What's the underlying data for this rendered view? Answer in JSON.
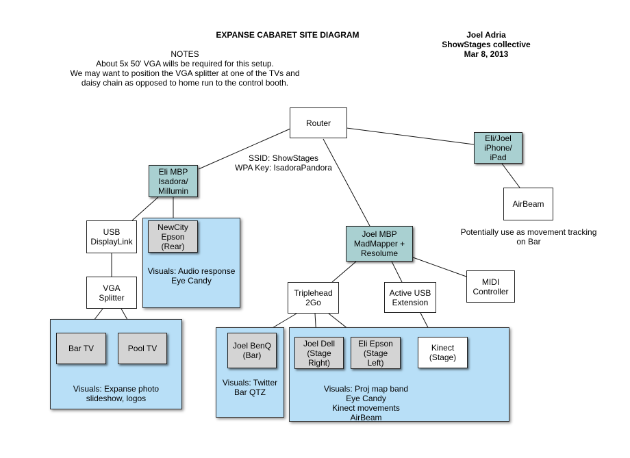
{
  "header": {
    "title": "EXPANSE CABARET SITE DIAGRAM",
    "author_lines": [
      "Joel Adria",
      "ShowStages collective",
      "Mar 8, 2013"
    ]
  },
  "notes": {
    "heading": "NOTES",
    "lines": [
      "About 5x 50' VGA wills be required for this setup.",
      "We may want to position the VGA splitter at one of the TVs and",
      "daisy chain as opposed to home run to the control booth."
    ]
  },
  "nodes": {
    "router": [
      "Router"
    ],
    "eli_iphone": [
      "Eli/Joel",
      "iPhone/",
      "iPad"
    ],
    "airbeam": [
      "AirBeam"
    ],
    "eli_mbp": [
      "Eli MBP",
      "Isadora/",
      "Millumin"
    ],
    "usb_displaylink": [
      "USB",
      "DisplayLink"
    ],
    "newcity": [
      "NewCity",
      "Epson",
      "(Rear)"
    ],
    "vga_splitter": [
      "VGA",
      "Splitter"
    ],
    "bar_tv": [
      "Bar TV"
    ],
    "pool_tv": [
      "Pool TV"
    ],
    "joel_mbp": [
      "Joel MBP",
      "MadMapper +",
      "Resolume"
    ],
    "triplehead": [
      "Triplehead",
      "2Go"
    ],
    "active_usb": [
      "Active USB",
      "Extension"
    ],
    "midi": [
      "MIDI",
      "Controller"
    ],
    "benq": [
      "Joel BenQ",
      "(Bar)"
    ],
    "dell": [
      "Joel Dell",
      "(Stage",
      "Right)"
    ],
    "eli_epson": [
      "Eli Epson",
      "(Stage",
      "Left)"
    ],
    "kinect": [
      "Kinect",
      "(Stage)"
    ]
  },
  "labels": {
    "wifi": [
      "SSID: ShowStages",
      "WPA Key: IsadoraPandora"
    ],
    "airbeam_note": [
      "Potentially use as movement tracking",
      "on Bar"
    ]
  },
  "panels": {
    "isadora_visuals": [
      "Visuals: Audio response",
      "Eye Candy"
    ],
    "tv_visuals": [
      "Visuals: Expanse photo",
      "slideshow, logos"
    ],
    "benq_visuals": [
      "Visuals: Twitter",
      "Bar QTZ"
    ],
    "stage_visuals": [
      "Visuals: Proj map band",
      "Eye Candy",
      "Kinect movements",
      "AirBeam"
    ]
  }
}
